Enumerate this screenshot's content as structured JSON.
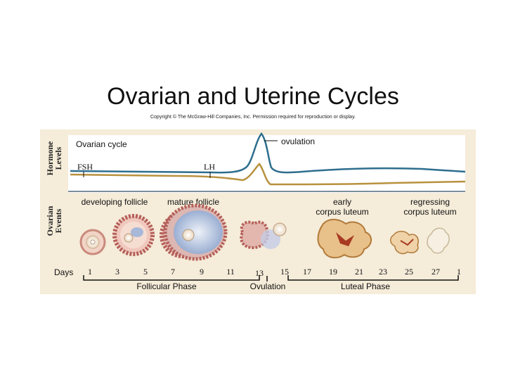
{
  "title": "Ovarian and Uterine Cycles",
  "copyright": "Copyright © The McGraw-Hill Companies, Inc. Permission required for reproduction or display.",
  "side_labels": {
    "hormone": [
      "Hormone",
      "Levels"
    ],
    "ovarian": [
      "Ovarian",
      "Events"
    ]
  },
  "hormone_section": {
    "heading": "Ovarian cycle",
    "fsh": "FSH",
    "lh": "LH",
    "ovulation": "ovulation"
  },
  "stages": {
    "developing": "developing follicle",
    "mature": "mature follicle",
    "early_cl": [
      "early",
      "corpus luteum"
    ],
    "regressing_cl": [
      "regressing",
      "corpus luteum"
    ]
  },
  "days": {
    "label": "Days",
    "ticks": [
      "1",
      "3",
      "5",
      "7",
      "9",
      "11",
      "13",
      "15",
      "17",
      "19",
      "21",
      "23",
      "25",
      "27",
      "1"
    ]
  },
  "phases": {
    "follicular": "Follicular Phase",
    "ovulation": "Ovulation",
    "luteal": "Luteal Phase"
  },
  "colors": {
    "panel": "#f5ecd9",
    "lh_curve": "#2e6e8e",
    "fsh_curve": "#b8913e",
    "baseline": "#7a8d9c",
    "follicle_wall": "#b5605a",
    "corpus_luteum": "#e8c08a"
  }
}
